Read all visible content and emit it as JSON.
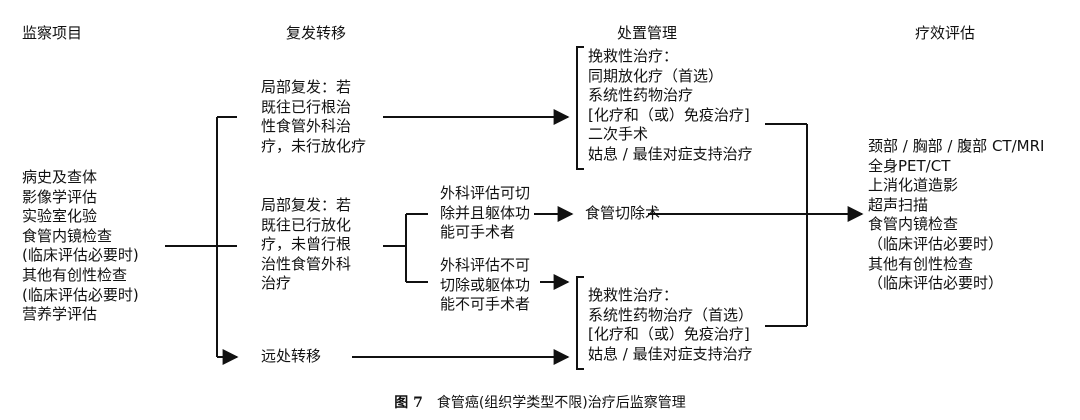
{
  "headers": {
    "monitor": "监察项目",
    "recurrence": "复发转移",
    "treatment": "处置管理",
    "evaluation": "疗效评估"
  },
  "monitor_items": [
    "病史及查体",
    "影像学评估",
    "实验室化验",
    "食管内镜检查",
    "(临床评估必要时)",
    "其他有创性检查",
    "(临床评估必要时)",
    "营养学评估"
  ],
  "recurrence": {
    "local_no_radio": [
      "局部复发：若",
      "既往已行根治",
      "性食管外科治",
      "疗，未行放化疗"
    ],
    "local_radio": [
      "局部复发：若",
      "既往已行放化",
      "疗，未曾行根",
      "治性食管外科",
      "治疗"
    ],
    "distant": "远处转移"
  },
  "surgical_eval": {
    "resectable": [
      "外科评估可切",
      "除并且躯体功",
      "能可手术者"
    ],
    "unresectable": [
      "外科评估不可",
      "切除或躯体功",
      "能不可手术者"
    ]
  },
  "treatment": {
    "box1": [
      "挽救性治疗：",
      "同期放化疗（首选）",
      "系统性药物治疗",
      "[化疗和（或）免疫治疗]",
      "二次手术",
      "姑息 / 最佳对症支持治疗"
    ],
    "surgery": "食管切除术",
    "box2": [
      "挽救性治疗：",
      "系统性药物治疗（首选）",
      "[化疗和（或）免疫治疗]",
      "姑息 / 最佳对症支持治疗"
    ]
  },
  "evaluation_items": [
    "颈部 / 胸部 / 腹部 CT/MRI",
    "全身PET/CT",
    "上消化道造影",
    "超声扫描",
    "食管内镜检查",
    "（临床评估必要时）",
    "其他有创性检查",
    "（临床评估必要时）"
  ],
  "caption": {
    "figure": "图 7",
    "text": "食管癌(组织学类型不限)治疗后监察管理"
  }
}
